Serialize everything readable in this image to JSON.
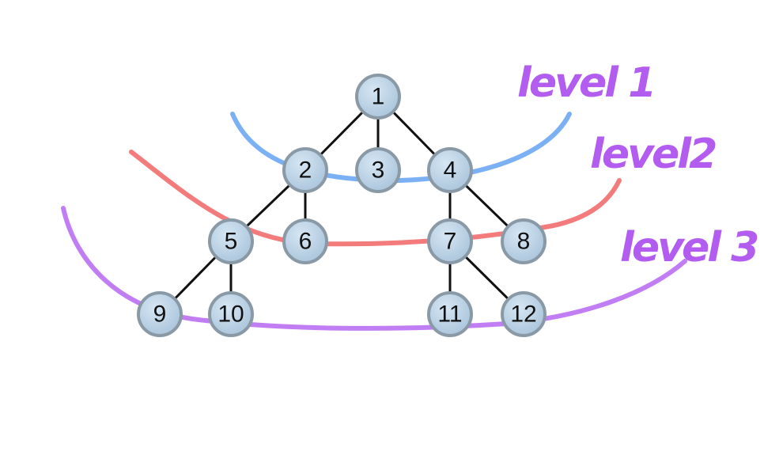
{
  "diagram": {
    "colors": {
      "node_fill": "#bcd3e6",
      "node_stroke": "#8a99a6",
      "edge": "#111111",
      "level1": "#5b9cf2",
      "level2": "#f05a5a",
      "level3": "#b25cf0",
      "label": "#b25cf0"
    },
    "nodes": [
      {
        "id": "1",
        "label": "1"
      },
      {
        "id": "2",
        "label": "2"
      },
      {
        "id": "3",
        "label": "3"
      },
      {
        "id": "4",
        "label": "4"
      },
      {
        "id": "5",
        "label": "5"
      },
      {
        "id": "6",
        "label": "6"
      },
      {
        "id": "7",
        "label": "7"
      },
      {
        "id": "8",
        "label": "8"
      },
      {
        "id": "9",
        "label": "9"
      },
      {
        "id": "10",
        "label": "10"
      },
      {
        "id": "11",
        "label": "11"
      },
      {
        "id": "12",
        "label": "12"
      }
    ],
    "edges": [
      [
        "1",
        "2"
      ],
      [
        "1",
        "3"
      ],
      [
        "1",
        "4"
      ],
      [
        "2",
        "5"
      ],
      [
        "2",
        "6"
      ],
      [
        "4",
        "7"
      ],
      [
        "4",
        "8"
      ],
      [
        "5",
        "9"
      ],
      [
        "5",
        "10"
      ],
      [
        "7",
        "11"
      ],
      [
        "7",
        "12"
      ]
    ],
    "levels": [
      {
        "id": "level1",
        "label": "level 1"
      },
      {
        "id": "level2",
        "label": "level2"
      },
      {
        "id": "level3",
        "label": "level 3"
      }
    ]
  }
}
